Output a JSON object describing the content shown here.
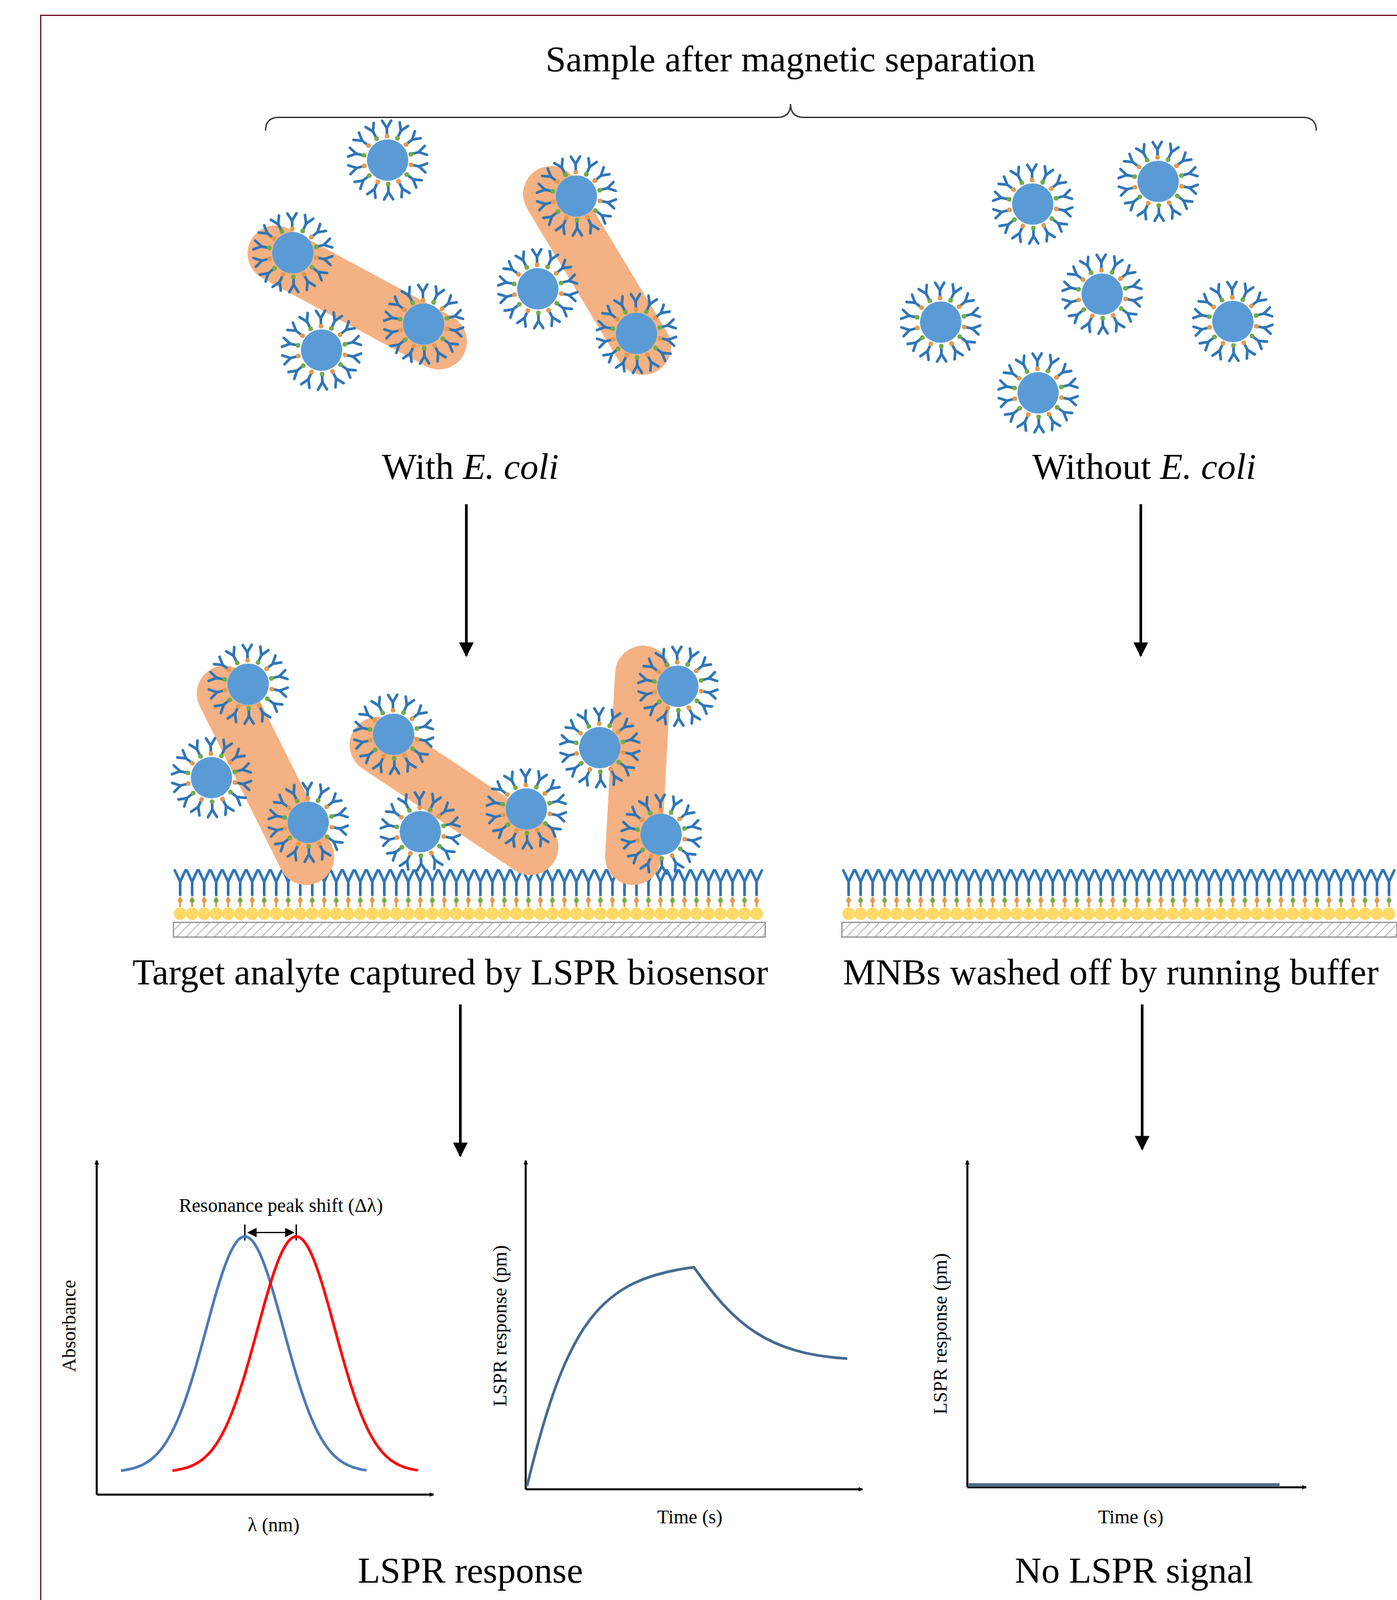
{
  "diagram": {
    "title": "Sample after magnetic separation",
    "nodes": [
      {
        "text": [
          "With E. coli"
        ]
      },
      {
        "text": [
          "Without E. coli"
        ]
      },
      {
        "text": [
          "Target analyte captured by LSPR biosensor"
        ]
      },
      {
        "text": [
          "MNBs washed off by running buffer"
        ]
      },
      {
        "text": [
          "LSPR response"
        ]
      },
      {
        "text": [
          "No LSPR signal"
        ]
      }
    ],
    "edges": [
      {
        "from": 0,
        "to": 2,
        "arrow": "to"
      },
      {
        "from": 1,
        "to": 3,
        "arrow": "to"
      },
      {
        "from": 2,
        "to": 4,
        "arrow": "to"
      },
      {
        "from": 3,
        "to": 5,
        "arrow": "to"
      }
    ],
    "labels": [
      "Resonance peak shift (Δλ)",
      "Absorbance",
      "λ (nm)",
      "LSPR response (pm)",
      "Time (s)",
      "LSPR response (pm)",
      "Time (s)"
    ]
  }
}
